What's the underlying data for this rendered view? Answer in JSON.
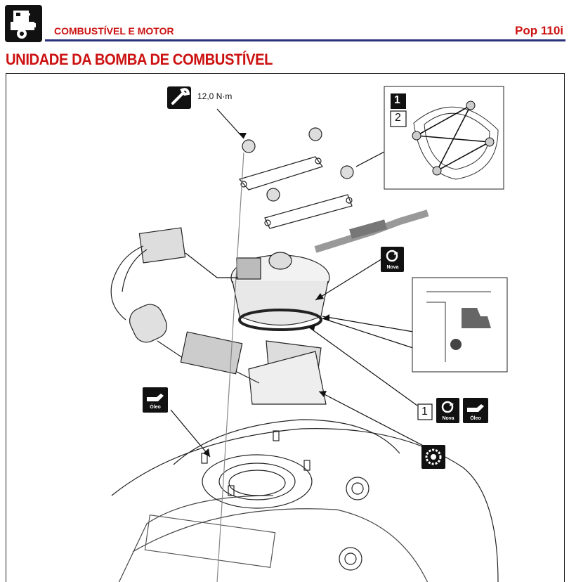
{
  "header": {
    "section_title": "COMBUSTÍVEL E MOTOR",
    "model": "Pop 110i",
    "icon": "engine-fuel-icon"
  },
  "page": {
    "title": "UNIDADE DA BOMBA DE COMBUSTÍVEL"
  },
  "diagram": {
    "torque_value": "12,0 N·m",
    "sequence_steps": [
      "1",
      "2"
    ],
    "callout_step": "1",
    "badge_new": "Nova",
    "badge_oil": "Óleo",
    "icons": [
      "wrench-icon",
      "replace-part-icon",
      "oil-can-icon",
      "gear-tool-icon"
    ]
  }
}
